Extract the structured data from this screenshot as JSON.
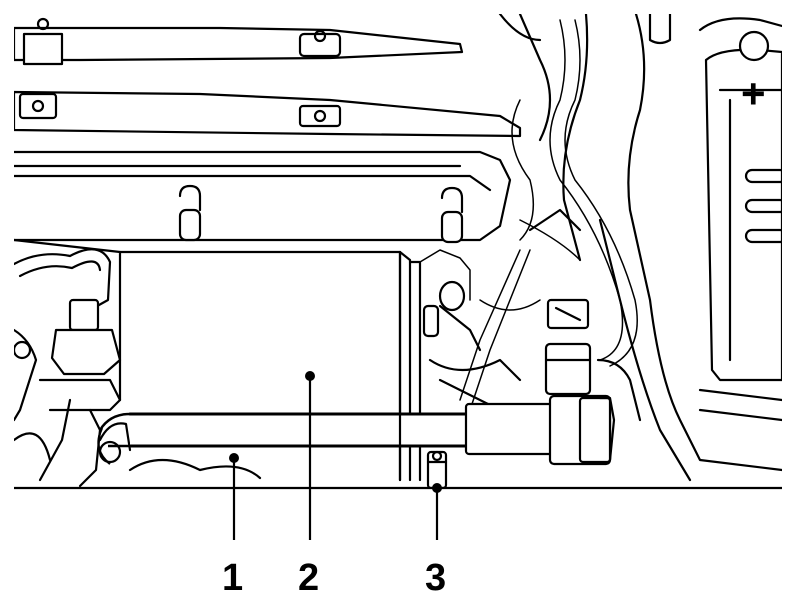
{
  "callouts": [
    {
      "id": "1",
      "label": "1"
    },
    {
      "id": "2",
      "label": "2"
    },
    {
      "id": "3",
      "label": "3"
    }
  ],
  "battery": {
    "terminal_symbol": "+"
  },
  "colors": {
    "line": "#000000",
    "background": "#ffffff"
  }
}
